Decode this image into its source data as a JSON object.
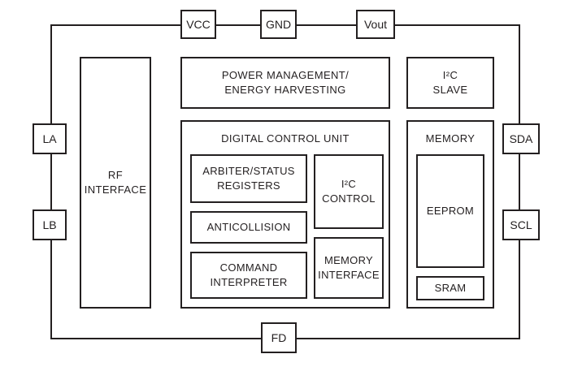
{
  "diagram": {
    "colors": {
      "line": "#231f20",
      "background": "#ffffff"
    },
    "pins": {
      "vcc": "VCC",
      "gnd": "GND",
      "vout": "Vout",
      "la": "LA",
      "lb": "LB",
      "sda": "SDA",
      "scl": "SCL",
      "fd": "FD"
    },
    "blocks": {
      "rf_interface": "RF\nINTERFACE",
      "power_management": "POWER MANAGEMENT/\nENERGY HARVESTING",
      "i2c_slave": "I²C\nSLAVE",
      "digital_control_unit_title": "DIGITAL CONTROL UNIT",
      "arbiter_status_registers": "ARBITER/STATUS\nREGISTERS",
      "anticollision": "ANTICOLLISION",
      "command_interpreter": "COMMAND\nINTERPRETER",
      "i2c_control": "I²C\nCONTROL",
      "memory_interface": "MEMORY\nINTERFACE",
      "memory_title": "MEMORY",
      "eeprom": "EEPROM",
      "sram": "SRAM"
    }
  }
}
